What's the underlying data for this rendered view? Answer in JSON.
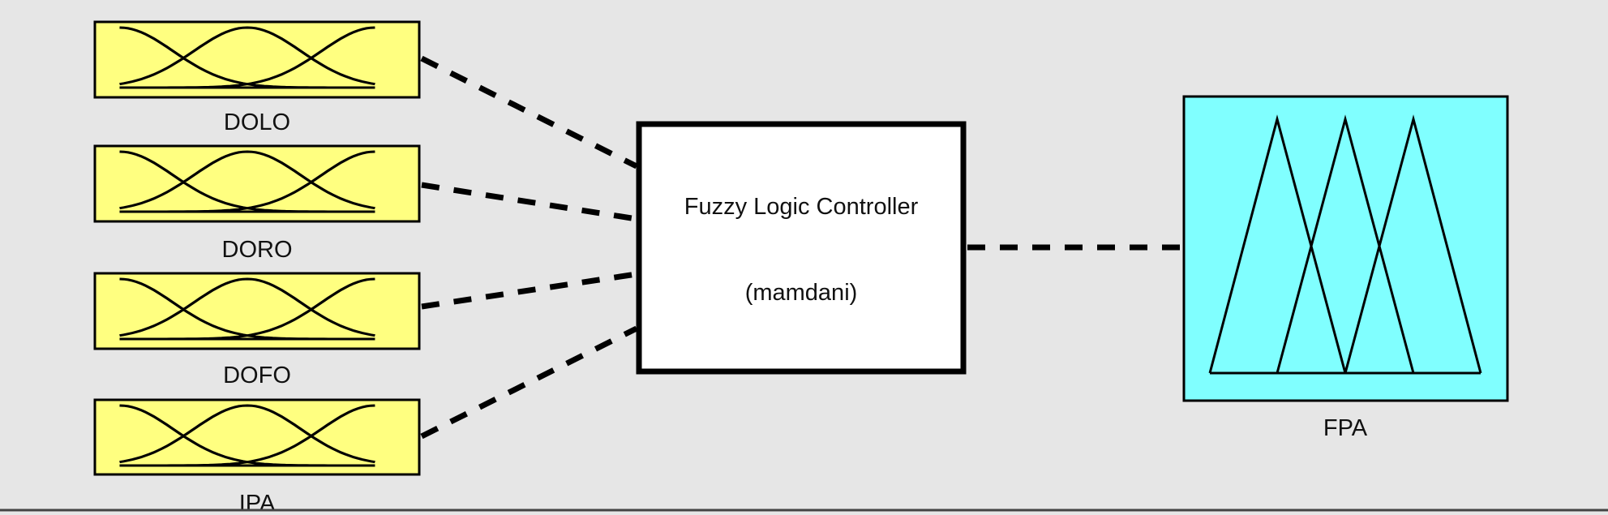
{
  "inputs": [
    {
      "name": "DOLO"
    },
    {
      "name": "DORO"
    },
    {
      "name": "DOFO"
    },
    {
      "name": "IPA"
    }
  ],
  "controller": {
    "title": "Fuzzy Logic Controller",
    "type": "(mamdani)"
  },
  "outputs": [
    {
      "name": "FPA"
    }
  ],
  "colors": {
    "background": "#e6e6e6",
    "input_fill": "#ffff80",
    "output_fill": "#80ffff",
    "controller_fill": "#ffffff",
    "stroke": "#000000"
  },
  "mf_counts": {
    "inputs": 3,
    "output": 3
  }
}
